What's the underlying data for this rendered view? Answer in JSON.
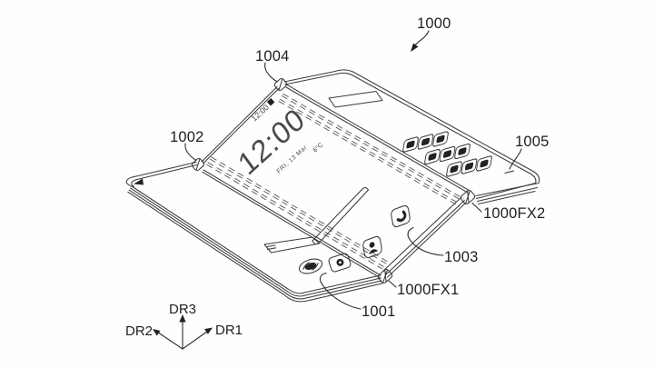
{
  "figure": {
    "background": "#fefefe",
    "line_color": "#3b3b3b",
    "label_color": "#1f1f1f",
    "ref_labels": {
      "device": "1000",
      "panel1": "1001",
      "panel2": "1002",
      "panel3": "1003",
      "panel4": "1004",
      "panel5": "1005",
      "fold_axis_1": "1000FX1",
      "fold_axis_2": "1000FX2"
    },
    "axes": {
      "dr1": "DR1",
      "dr2": "DR2",
      "dr3": "DR3"
    },
    "display": {
      "status_time": "12:00",
      "clock_time": "12:00",
      "clock_date": "FRI, 13 Mar",
      "temperature": "6°C"
    },
    "icons": [
      "cover-arrow-icon",
      "status-notification-icon",
      "fingerprint-icon",
      "camera-app-icon",
      "contacts-app-icon",
      "phone-app-icon",
      "search-bar-widget",
      "stylus-bar-widget",
      "widget-placeholder",
      "app-grid-icons"
    ]
  }
}
